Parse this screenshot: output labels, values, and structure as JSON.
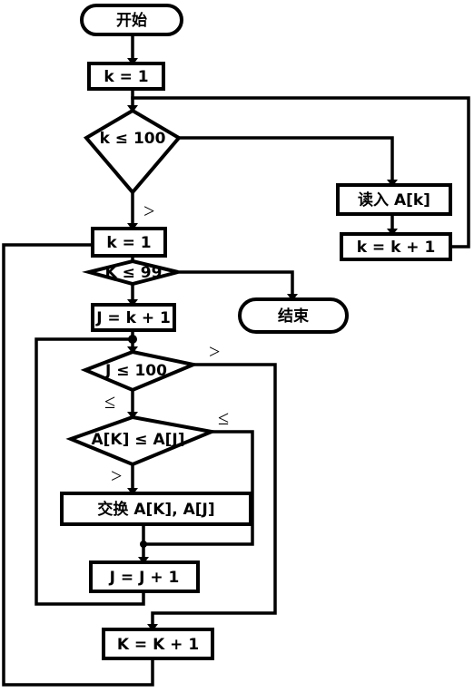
{
  "nodes": {
    "start": "开始",
    "k_init": "k = 1",
    "cond_k_100": "k ≤ 100",
    "read_a": "读入 A[k]",
    "k_inc_read": "k = k + 1",
    "k_init2": "k = 1",
    "cond_k_99": "K ≤ 99",
    "end": "结束",
    "j_init": "J = k + 1",
    "cond_j_100": "J ≤ 100",
    "cond_compare": "A[K] ≤ A[J]",
    "swap": "交换 A[K], A[J]",
    "j_inc": "J = J + 1",
    "k_inc_outer": "K = K + 1"
  },
  "edge_labels": {
    "k100_false": ">",
    "j100_false": ">",
    "j100_true": "≤",
    "compare_true": "≤",
    "compare_false": ">"
  }
}
